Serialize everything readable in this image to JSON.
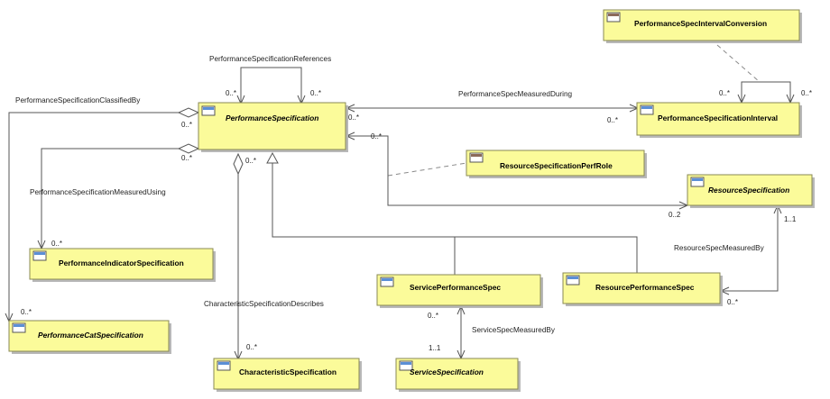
{
  "classes": {
    "performance_specification": "PerformanceSpecification",
    "performance_spec_interval_conversion": "PerformanceSpecIntervalConversion",
    "performance_specification_interval": "PerformanceSpecificationInterval",
    "resource_specification_perf_role": "ResourceSpecificationPerfRole",
    "resource_specification": "ResourceSpecification",
    "performance_indicator_specification": "PerformanceIndicatorSpecification",
    "service_performance_spec": "ServicePerformanceSpec",
    "resource_performance_spec": "ResourcePerformanceSpec",
    "performance_cat_specification": "PerformanceCatSpecification",
    "characteristic_specification": "CharacteristicSpecification",
    "service_specification": "ServiceSpecification"
  },
  "associations": {
    "references": "PerformanceSpecificationReferences",
    "classified_by": "PerformanceSpecificationClassifiedBy",
    "measured_during": "PerformanceSpecMeasuredDuring",
    "measured_using": "PerformanceSpecificationMeasuredUsing",
    "resource_spec_measured_by": "ResourceSpecMeasuredBy",
    "characteristic_specification_describes": "CharacteristicSpecificationDescribes",
    "service_spec_measured_by": "ServiceSpecMeasuredBy"
  },
  "multiplicities": {
    "many": "0..*",
    "one": "1..1",
    "zero_to_two": "0..2"
  },
  "colors": {
    "class_fill": "#fbfb9a",
    "class_header_abstract": "#5b8fd6",
    "class_header_association": "#8b6a5a",
    "line": "#555555"
  }
}
